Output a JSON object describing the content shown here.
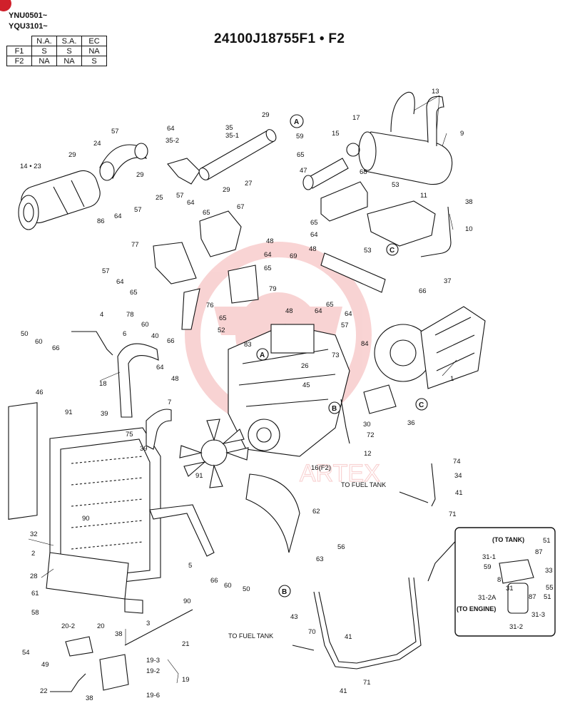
{
  "serials": [
    "YNU0501~",
    "YQU3101~"
  ],
  "availability": {
    "columns": [
      "N.A.",
      "S.A.",
      "EC"
    ],
    "rows": [
      {
        "code": "F1",
        "values": [
          "S",
          "S",
          "NA"
        ]
      },
      {
        "code": "F2",
        "values": [
          "NA",
          "NA",
          "S"
        ]
      }
    ]
  },
  "title": "24100J18755F1 • F2",
  "notes": {
    "to_fuel_tank_upper": "TO FUEL TANK",
    "to_fuel_tank_lower": "TO FUEL TANK",
    "to_tank": "(TO TANK)",
    "to_engine": "(TO ENGINE)"
  },
  "callouts": {
    "A": "A",
    "B": "B",
    "C": "C"
  },
  "watermark": "ARTEX",
  "parts": {
    "p1": "1",
    "p2": "2",
    "p3": "3",
    "p4": "4",
    "p5": "5",
    "p6": "6",
    "p7": "7",
    "p8": "8",
    "p9": "9",
    "p10": "10",
    "p11": "11",
    "p12": "12",
    "p13": "13",
    "p14_23": "14 • 23",
    "p15": "15",
    "p16f2": "16(F2)",
    "p17": "17",
    "p18": "18",
    "p19": "19",
    "p19_2": "19-2",
    "p19_3": "19-3",
    "p19_6": "19-6",
    "p20": "20",
    "p20_2": "20-2",
    "p21": "21",
    "p22": "22",
    "p24": "24",
    "p25": "25",
    "p26": "26",
    "p27": "27",
    "p28": "28",
    "p29a": "29",
    "p29b": "29",
    "p29c": "29",
    "p29d": "29",
    "p30": "30",
    "p31": "31",
    "p31_1": "31-1",
    "p31_2": "31-2",
    "p31_2a": "31-2A",
    "p31_3": "31-3",
    "p32": "32",
    "p33": "33",
    "p34": "34",
    "p35": "35",
    "p35_1": "35-1",
    "p35_2": "35-2",
    "p36": "36",
    "p37": "37",
    "p38a": "38",
    "p38b": "38",
    "p38c": "38",
    "p39a": "39",
    "p39b": "39",
    "p40": "40",
    "p41a": "41",
    "p41b": "41",
    "p41c": "41",
    "p43": "43",
    "p45": "45",
    "p46": "46",
    "p47": "47",
    "p48a": "48",
    "p48b": "48",
    "p48c": "48",
    "p48d": "48",
    "p49": "49",
    "p50a": "50",
    "p50b": "50",
    "p51a": "51",
    "p51b": "51",
    "p52": "52",
    "p53a": "53",
    "p53b": "53",
    "p54": "54",
    "p55": "55",
    "p56": "56",
    "p57a": "57",
    "p57b": "57",
    "p57c": "57",
    "p57d": "57",
    "p57e": "57",
    "p58": "58",
    "p59a": "59",
    "p59b": "59",
    "p60a": "60",
    "p60b": "60",
    "p60c": "60",
    "p61": "61",
    "p62": "62",
    "p63": "63",
    "p64a": "64",
    "p64b": "64",
    "p64c": "64",
    "p64d": "64",
    "p64e": "64",
    "p64f": "64",
    "p64g": "64",
    "p64h": "64",
    "p64i": "64",
    "p65a": "65",
    "p65b": "65",
    "p65c": "65",
    "p65d": "65",
    "p65e": "65",
    "p65f": "65",
    "p65g": "65",
    "p66a": "66",
    "p66b": "66",
    "p66c": "66",
    "p66d": "66",
    "p67": "67",
    "p68": "68",
    "p69": "69",
    "p70": "70",
    "p71a": "71",
    "p71b": "71",
    "p72": "72",
    "p73": "73",
    "p74": "74",
    "p75": "75",
    "p76": "76",
    "p77": "77",
    "p78": "78",
    "p79": "79",
    "p83": "83",
    "p84": "84",
    "p86": "86",
    "p87a": "87",
    "p87b": "87",
    "p90a": "90",
    "p90b": "90",
    "p91a": "91",
    "p91b": "91"
  }
}
